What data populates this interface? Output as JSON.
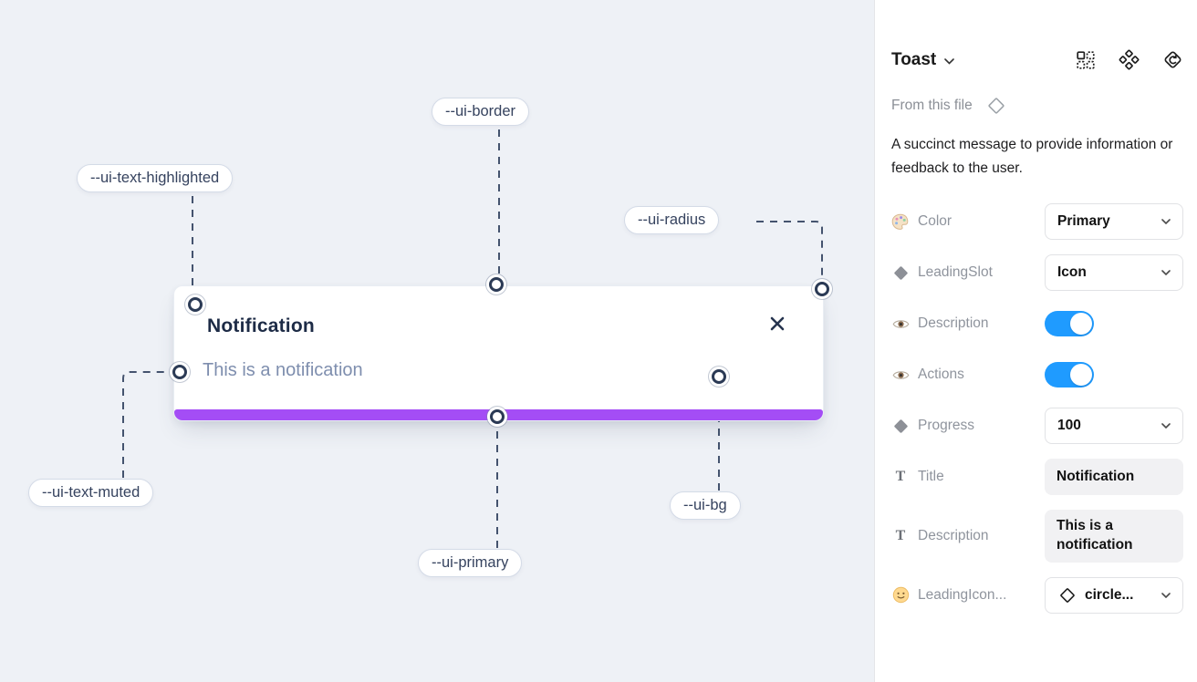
{
  "canvas": {
    "toast": {
      "title": "Notification",
      "description": "This is a notification",
      "close_icon": "x-icon",
      "progress_bar_color": "#a44df5"
    },
    "annotations": [
      {
        "id": "border",
        "text": "--ui-border"
      },
      {
        "id": "highlighted",
        "text": "--ui-text-highlighted"
      },
      {
        "id": "radius",
        "text": "--ui-radius"
      },
      {
        "id": "muted",
        "text": "--ui-text-muted"
      },
      {
        "id": "primary",
        "text": "--ui-primary"
      },
      {
        "id": "bg",
        "text": "--ui-bg"
      }
    ],
    "colors": {
      "background": "#eef1f6",
      "annotation_line": "#44536e",
      "label_text": "#36435f"
    }
  },
  "panel": {
    "header": {
      "title": "Toast",
      "chevron_icon": "chevron-down-icon",
      "action_icons": [
        "apply-instance-icon",
        "component-icon",
        "swap-instance-icon"
      ]
    },
    "source": {
      "label": "From this file",
      "icon": "diamond-outline-icon"
    },
    "description": "A succinct message to provide information or feedback to the user.",
    "properties": [
      {
        "icon": "palette-icon",
        "label": "Color",
        "control": "dropdown",
        "value": "Primary"
      },
      {
        "icon": "diamond-icon",
        "label": "LeadingSlot",
        "control": "dropdown",
        "value": "Icon"
      },
      {
        "icon": "eye-icon",
        "label": "Description",
        "control": "toggle",
        "state": "on"
      },
      {
        "icon": "eye-icon",
        "label": "Actions",
        "control": "toggle",
        "state": "on"
      },
      {
        "icon": "diamond-icon",
        "label": "Progress",
        "control": "dropdown",
        "value": "100"
      },
      {
        "icon": "text-icon",
        "label": "Title",
        "control": "text-field",
        "value": "Notification"
      },
      {
        "icon": "text-icon",
        "label": "Description",
        "control": "text-field",
        "value": "This is a notification"
      },
      {
        "icon": "smiley-icon",
        "label": "LeadingIcon...",
        "control": "dropdown",
        "value": "circle...",
        "value_icon": "diamond-outline-icon"
      }
    ],
    "colors": {
      "toggle_on": "#1f9bff"
    }
  }
}
